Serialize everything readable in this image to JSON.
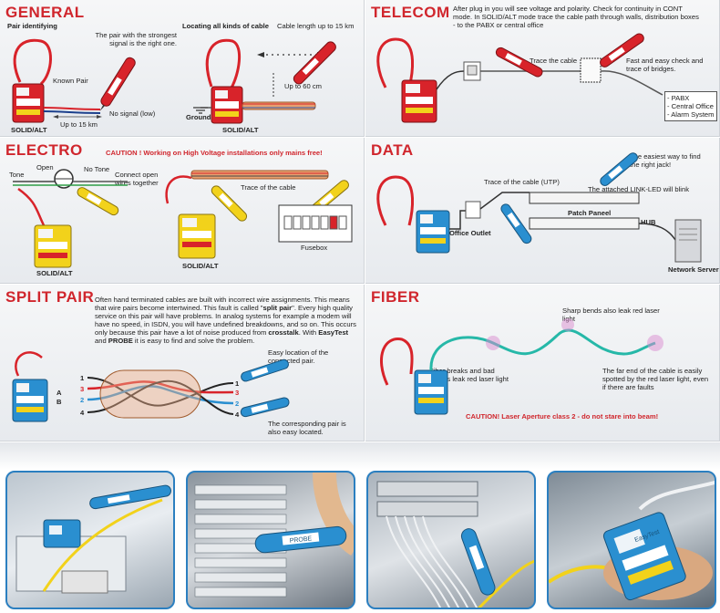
{
  "general": {
    "title": "GENERAL",
    "pair_identifying": "Pair identifying",
    "strongest_signal": "The pair with the strongest signal is the right one.",
    "known_pair": "Known Pair",
    "up_to_15km": "Up to 15 km",
    "no_signal": "No signal (low)",
    "solid_alt": "SOLID/ALT",
    "locating_all": "Locating all kinds of cable",
    "cable_length": "Cable length up to 15 km",
    "up_to_60cm": "Up to 60 cm",
    "ground": "Ground",
    "solid_alt2": "SOLID/ALT"
  },
  "telecom": {
    "title": "TELECOM",
    "description": "After plug in you will see voltage and polarity. Check for continuity in CONT mode. In SOLID/ALT mode trace the cable path through walls, distribution boxes - to the PABX or central office",
    "trace_cable": "Trace the cable",
    "fast_easy": "Fast and easy check and trace of bridges.",
    "list": [
      "- PABX",
      "- Central Office",
      "- Alarm System"
    ]
  },
  "electro": {
    "title": "ELECTRO",
    "caution": "CAUTION ! Working on High Voltage installations only mains free!",
    "open": "Open",
    "tone": "Tone",
    "no_tone": "No Tone",
    "connect_open": "Connect open wires together",
    "trace_cable": "Trace of the cable",
    "fusebox": "Fusebox",
    "solid_alt": "SOLID/ALT",
    "solid_alt2": "SOLID/ALT"
  },
  "data": {
    "title": "DATA",
    "easiest_way": "The easiest way to find the right jack!",
    "trace_utp": "Trace of the cable (UTP)",
    "link_led": "The attached LINK-LED will blink",
    "patch_panel": "Patch Paneel",
    "hub": "HUB",
    "office_outlet": "Office Outlet",
    "network_server": "Network Server"
  },
  "split": {
    "title": "SPLIT PAIR",
    "description_1": "Often hand terminated cables are built with incorrect wire assignments. This means that wire pairs become intertwined. This fault is called \"",
    "description_bold": "split pair",
    "description_2": "\". Every high quality service on this pair will have problems. In analog systems for example a modem will have no speed, in ISDN, you will have undefined breakdowns, and so on. This occurs only because this pair have a lot of noise produced from ",
    "crosstalk": "crosstalk",
    "description_3": ". With ",
    "easytest": "EasyTest",
    "and": " and ",
    "probe": "PROBE",
    "description_4": " it is easy to find and solve the problem.",
    "easy_location": "Easy location of the connected pair.",
    "corresponding": "The corresponding pair is also easy located.",
    "wire_numbers": [
      "1",
      "3",
      "2",
      "4"
    ],
    "wire_numbers_right": [
      "1",
      "3",
      "2",
      "4"
    ],
    "label_a": "A",
    "label_b": "B"
  },
  "fiber": {
    "title": "FIBER",
    "sharp_bends": "Sharp bends also leak red laser light",
    "breaks": "Fiber breaks and bad splices leak red laser light",
    "far_end": "The far end of the cable is easily spotted by the red laser light, even if there are faults",
    "caution": "CAUTION! Laser Aperture class 2 - do not stare into beam!"
  },
  "device_labels": {
    "brand": "EasyTest",
    "probe": "PROBE"
  },
  "colors": {
    "accent_red": "#d0262d",
    "device_red": "#d8232a",
    "device_yellow": "#f2d21b",
    "device_blue": "#2a8fd0",
    "photo_border": "#2b7fc0"
  }
}
